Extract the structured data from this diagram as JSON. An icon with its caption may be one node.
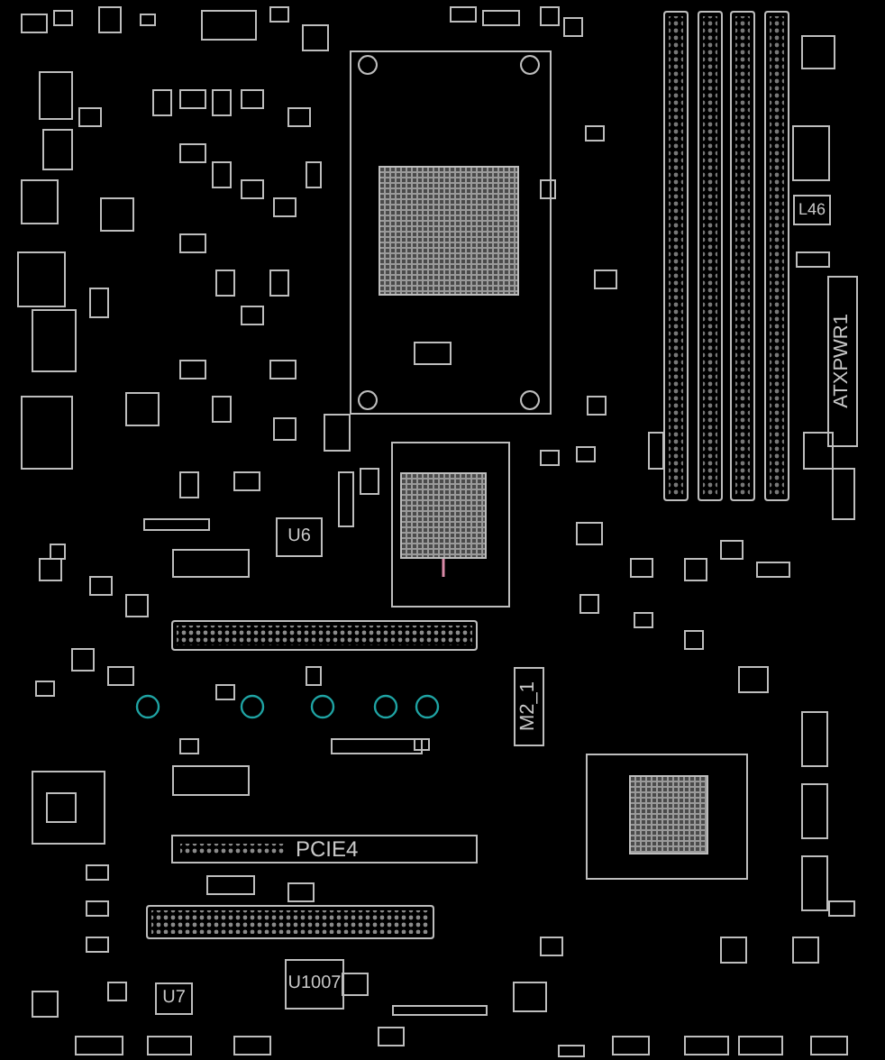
{
  "diagram": {
    "nodes": [
      {
        "text": [],
        "shape": "box"
      },
      {
        "text": [],
        "shape": "box",
        "in": 0
      },
      {
        "text": [],
        "shape": "bar"
      },
      {
        "text": [],
        "shape": "bar"
      },
      {
        "text": [],
        "shape": "bar"
      },
      {
        "text": [],
        "shape": "bar"
      },
      {
        "text": [
          "U6"
        ]
      },
      {
        "text": [],
        "shape": "bar"
      },
      {
        "text": [
          "PCIE4"
        ]
      },
      {
        "text": [],
        "shape": "bar"
      },
      {
        "text": [
          "U7"
        ]
      },
      {
        "text": [
          "U1007"
        ]
      },
      {
        "text": [
          "M2_1"
        ]
      },
      {
        "text": [],
        "shape": "box"
      },
      {
        "text": [],
        "shape": "box",
        "in": 13
      },
      {
        "text": [
          "ATXPWR1"
        ]
      },
      {
        "text": [
          "L46"
        ]
      },
      {
        "text": [],
        "shape": "box"
      },
      {
        "text": [],
        "shape": "box",
        "in": 17
      }
    ]
  }
}
